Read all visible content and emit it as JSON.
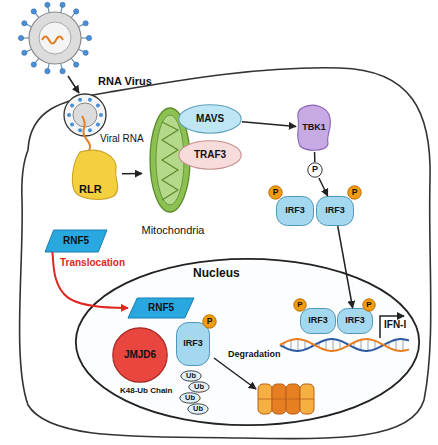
{
  "diagram": {
    "nodes": [
      {
        "text": [
          "RNA Virus"
        ]
      },
      {
        "text": [
          "RLR"
        ]
      },
      {
        "text": [
          "Mitochondria"
        ]
      },
      {
        "text": [
          "MAVS"
        ]
      },
      {
        "text": [
          "TRAF3"
        ]
      },
      {
        "text": [
          "TBK1"
        ]
      },
      {
        "text": [
          "P"
        ]
      },
      {
        "text": [
          "IRF3"
        ]
      },
      {
        "text": [
          "IRF3"
        ]
      },
      {
        "text": [
          "P"
        ]
      },
      {
        "text": [
          "P"
        ]
      },
      {
        "text": [
          "RNF5"
        ]
      },
      {
        "text": [
          "Nucleus"
        ]
      },
      {
        "text": [
          "IRF3"
        ],
        "in": 12
      },
      {
        "text": [
          "IRF3"
        ],
        "in": 12
      },
      {
        "text": [
          "P"
        ],
        "in": 12
      },
      {
        "text": [
          "P"
        ],
        "in": 12
      },
      {
        "text": [
          "RNF5"
        ],
        "in": 12
      },
      {
        "text": [
          "JMJD6"
        ],
        "in": 12
      },
      {
        "text": [
          "IRF3"
        ],
        "in": 12
      },
      {
        "text": [
          "P"
        ],
        "in": 12
      },
      {
        "text": [
          "Ub"
        ],
        "in": 12
      },
      {
        "text": [
          "Ub"
        ],
        "in": 12
      },
      {
        "text": [
          "Ub"
        ],
        "in": 12
      },
      {
        "text": [
          "Ub"
        ],
        "in": 12
      }
    ],
    "edges": [
      {
        "from": 1,
        "to": 2,
        "arrow": "to"
      },
      {
        "from": 3,
        "to": 5,
        "arrow": "to"
      },
      {
        "from": 5,
        "to": 6,
        "arrow": "none"
      },
      {
        "from": 6,
        "to": 8,
        "arrow": "to"
      },
      {
        "from": 8,
        "to": 14,
        "arrow": "to"
      },
      {
        "from": 11,
        "to": 17,
        "label": "Translocation",
        "arrow": "to"
      }
    ],
    "labels": [
      "Viral RNA",
      "IFN-I",
      "K48-Ub Chain",
      "Degradation"
    ]
  }
}
